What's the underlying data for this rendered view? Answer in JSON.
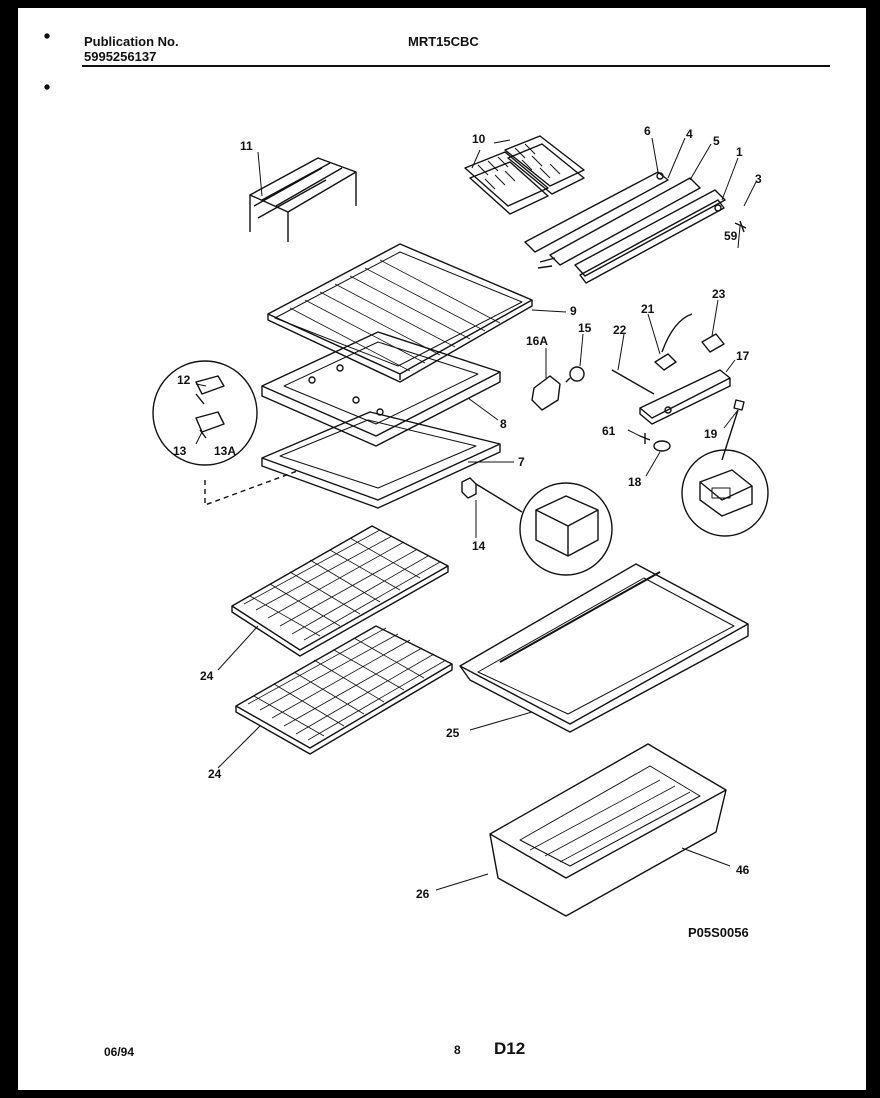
{
  "header": {
    "publication_label": "Publication No.",
    "publication_number": "5995256137",
    "model": "MRT15CBC"
  },
  "footer": {
    "date": "06/94",
    "page_number": "8",
    "section": "D12"
  },
  "figure_code": "P05S0056",
  "callouts": {
    "c1": "1",
    "c3": "3",
    "c4": "4",
    "c5": "5",
    "c6": "6",
    "c7": "7",
    "c8": "8",
    "c9": "9",
    "c10": "10",
    "c11": "11",
    "c12": "12",
    "c13": "13",
    "c13a": "13A",
    "c14": "14",
    "c15": "15",
    "c16a": "16A",
    "c17": "17",
    "c18": "18",
    "c19": "19",
    "c21": "21",
    "c22": "22",
    "c23": "23",
    "c24a": "24",
    "c24b": "24",
    "c25": "25",
    "c26": "26",
    "c46": "46",
    "c59": "59",
    "c61": "61"
  }
}
